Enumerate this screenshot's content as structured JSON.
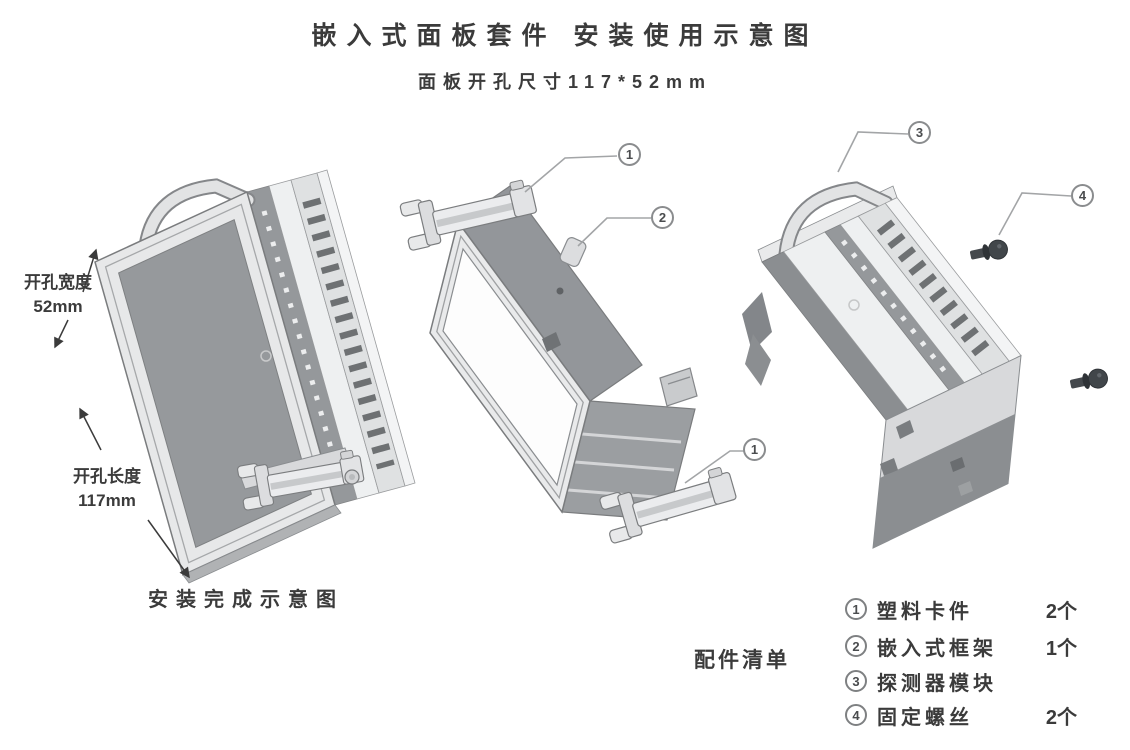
{
  "title": "嵌入式面板套件 安装使用示意图",
  "subtitle": "面板开孔尺寸117*52mm",
  "assembled_view": {
    "width_label": "开孔宽度",
    "width_value": "52mm",
    "length_label": "开孔长度",
    "length_value": "117mm",
    "caption": "安装完成示意图"
  },
  "callouts": {
    "c1": "1",
    "c2": "2",
    "c3": "3",
    "c4": "4"
  },
  "parts_list": {
    "heading": "配件清单",
    "items": [
      {
        "num": "1",
        "name": "塑料卡件",
        "qty": "2个"
      },
      {
        "num": "2",
        "name": "嵌入式框架",
        "qty": "1个"
      },
      {
        "num": "3",
        "name": "探测器模块",
        "qty": ""
      },
      {
        "num": "4",
        "name": "固定螺丝",
        "qty": "2个"
      }
    ]
  },
  "colors": {
    "outline": "#7a7c7e",
    "panel_dark": "#96999c",
    "face_light": "#eef0f1",
    "screw_dark": "#41464a",
    "text": "#3b3b3b"
  }
}
